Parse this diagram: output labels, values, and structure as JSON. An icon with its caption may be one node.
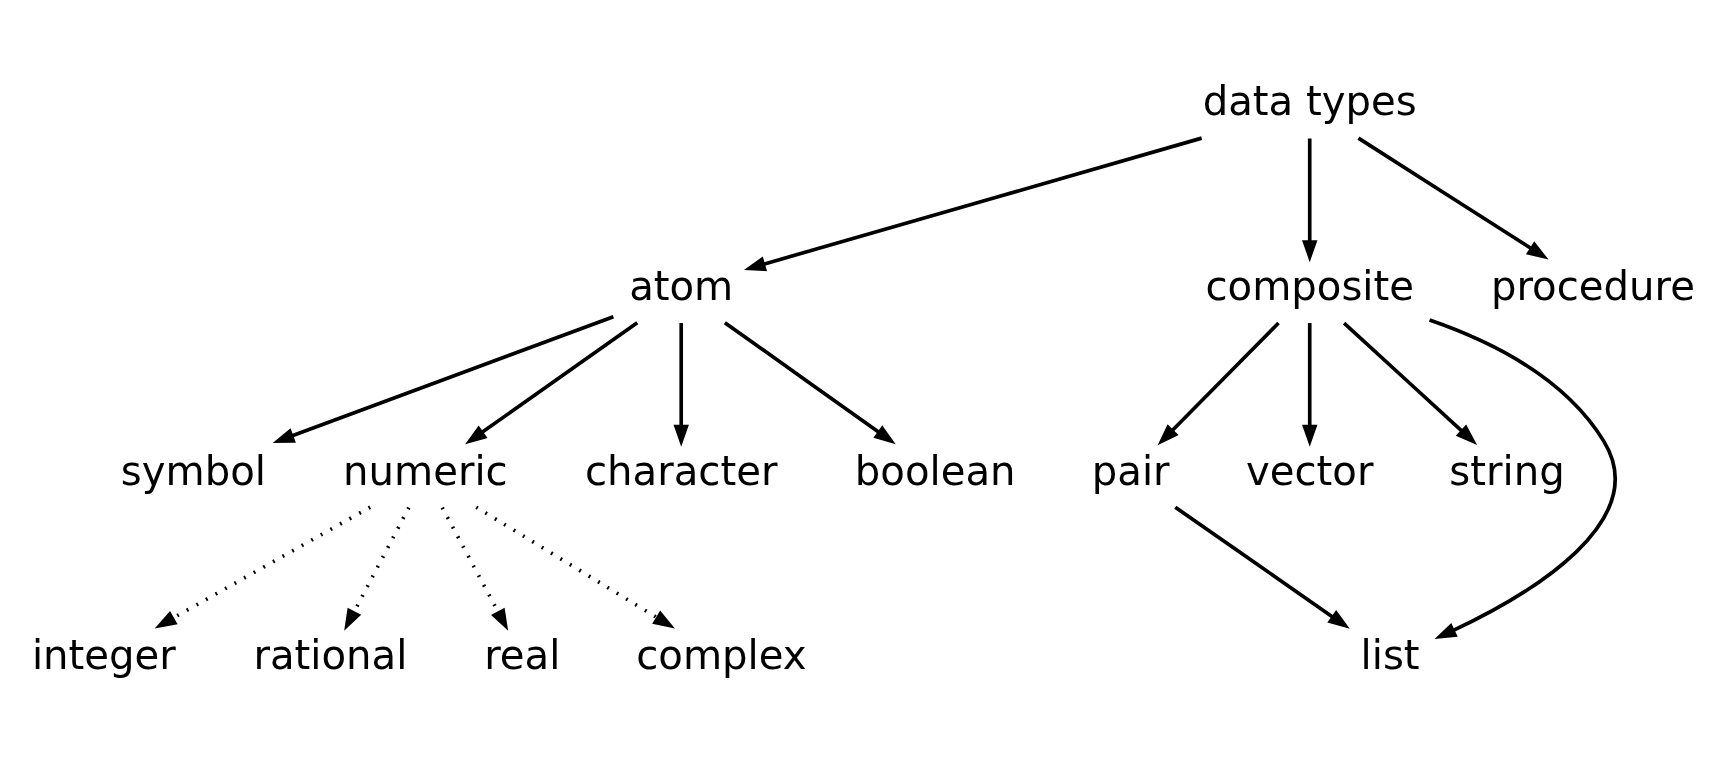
{
  "diagram": {
    "nodes": [
      {
        "text": [
          "data types"
        ]
      },
      {
        "text": [
          "atom"
        ]
      },
      {
        "text": [
          "composite"
        ]
      },
      {
        "text": [
          "procedure"
        ]
      },
      {
        "text": [
          "symbol"
        ]
      },
      {
        "text": [
          "numeric"
        ]
      },
      {
        "text": [
          "character"
        ]
      },
      {
        "text": [
          "boolean"
        ]
      },
      {
        "text": [
          "pair"
        ]
      },
      {
        "text": [
          "vector"
        ]
      },
      {
        "text": [
          "string"
        ]
      },
      {
        "text": [
          "list"
        ]
      },
      {
        "text": [
          "integer"
        ]
      },
      {
        "text": [
          "rational"
        ]
      },
      {
        "text": [
          "real"
        ]
      },
      {
        "text": [
          "complex"
        ]
      }
    ],
    "edges": [
      {
        "from": 0,
        "to": 1,
        "arrow": "to"
      },
      {
        "from": 0,
        "to": 2,
        "arrow": "to"
      },
      {
        "from": 0,
        "to": 3,
        "arrow": "to"
      },
      {
        "from": 1,
        "to": 4,
        "arrow": "to"
      },
      {
        "from": 1,
        "to": 5,
        "arrow": "to"
      },
      {
        "from": 1,
        "to": 6,
        "arrow": "to"
      },
      {
        "from": 1,
        "to": 7,
        "arrow": "to"
      },
      {
        "from": 2,
        "to": 8,
        "arrow": "to"
      },
      {
        "from": 2,
        "to": 11,
        "arrow": "to"
      },
      {
        "from": 2,
        "to": 9,
        "arrow": "to"
      },
      {
        "from": 2,
        "to": 10,
        "arrow": "to"
      },
      {
        "from": 8,
        "to": 11,
        "arrow": "to"
      },
      {
        "from": 5,
        "to": 12,
        "arrow": "to",
        "style": "dashed"
      },
      {
        "from": 5,
        "to": 13,
        "arrow": "to",
        "style": "dashed"
      },
      {
        "from": 5,
        "to": 14,
        "arrow": "to",
        "style": "dashed"
      },
      {
        "from": 5,
        "to": 15,
        "arrow": "to",
        "style": "dashed"
      }
    ]
  }
}
